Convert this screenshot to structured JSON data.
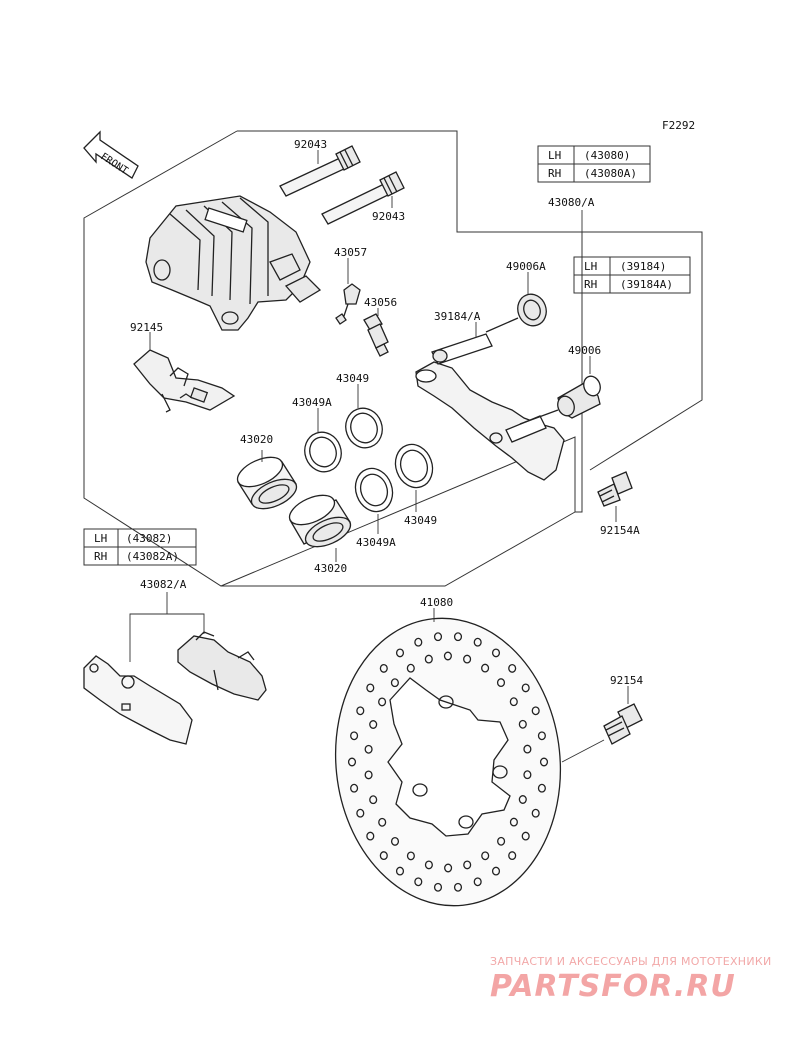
{
  "figure_code": "F2292",
  "front_label": "FRONT",
  "tables": {
    "caliper": {
      "rows": [
        {
          "side": "LH",
          "part": "(43080)"
        },
        {
          "side": "RH",
          "part": "(43080A)"
        }
      ]
    },
    "bracket": {
      "rows": [
        {
          "side": "LH",
          "part": "(39184)"
        },
        {
          "side": "RH",
          "part": "(39184A)"
        }
      ]
    },
    "pads": {
      "rows": [
        {
          "side": "LH",
          "part": "(43082)"
        },
        {
          "side": "RH",
          "part": "(43082A)"
        }
      ]
    }
  },
  "labels": {
    "p92043_top": "92043",
    "p92043_bottom": "92043",
    "p43080_a": "43080/A",
    "p49006a": "49006A",
    "p43057": "43057",
    "p43056": "43056",
    "p39184_a": "39184/A",
    "p92145": "92145",
    "p49006": "49006",
    "p43049_top": "43049",
    "p43049a_top": "43049A",
    "p43020_top": "43020",
    "p43049_bottom": "43049",
    "p43049a_bottom": "43049A",
    "p43020_bottom": "43020",
    "p92154a": "92154A",
    "p43082_a": "43082/A",
    "p41080": "41080",
    "p92154": "92154"
  },
  "watermark": {
    "subtitle": "ЗАПЧАСТИ И АКСЕССУАРЫ ДЛЯ МОТОТЕХНИКИ",
    "brand": "PARTSFOR.RU"
  }
}
